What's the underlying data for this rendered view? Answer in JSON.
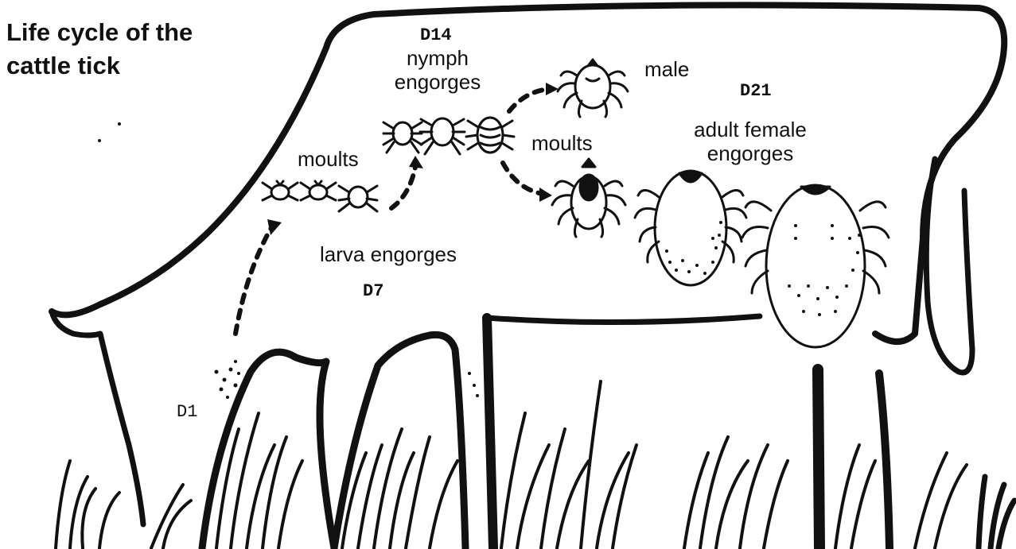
{
  "title": {
    "line1": "Life cycle of the",
    "line2": "cattle tick"
  },
  "days": {
    "d1": "D1",
    "d7": "D7",
    "d14": "D14",
    "d21": "D21"
  },
  "stages": {
    "moults_left": "moults",
    "larva": "larva engorges",
    "nymph_line1": "nymph",
    "nymph_line2": "engorges",
    "male": "male",
    "moults_right": "moults",
    "adult_line1": "adult female",
    "adult_line2": "engorges"
  },
  "colors": {
    "ink": "#111111",
    "background": "#ffffff"
  }
}
